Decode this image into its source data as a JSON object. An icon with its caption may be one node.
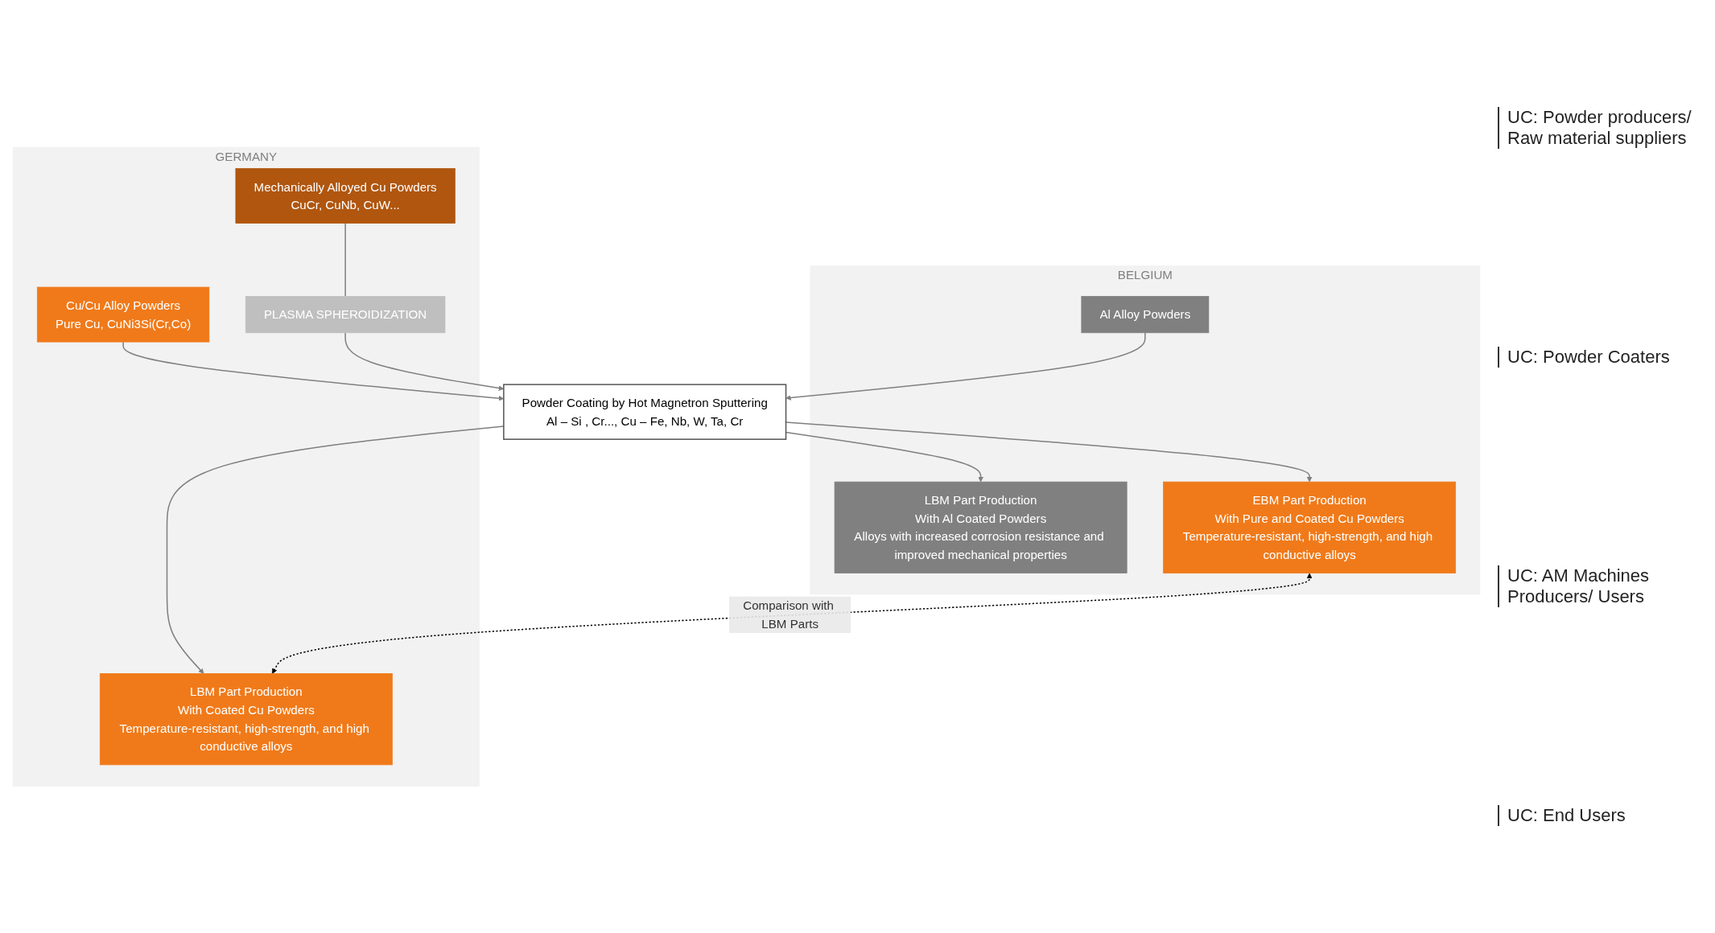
{
  "diagram": {
    "nodes": [
      {
        "text": [
          "BELGIUM"
        ]
      },
      {
        "text": [
          "GERMANY"
        ]
      },
      {
        "text": [
          "Al Alloy Powders"
        ],
        "in": 0
      },
      {
        "text": [
          "Cu/Cu Alloy Powders",
          "Pure Cu, CuNi3Si(Cr,Co)"
        ],
        "in": 1
      },
      {
        "text": [
          "Mechanically Alloyed Cu Powders",
          "CuCr, CuNb, CuW..."
        ],
        "in": 1
      },
      {
        "text": [
          "PLASMA SPHEROIDIZATION"
        ],
        "in": 1
      },
      {
        "text": [
          "Powder Coating by Hot Magnetron Sputtering",
          "Al – Si , Cr..., Cu – Fe, Nb, W, Ta, Cr"
        ]
      },
      {
        "text": [
          "LBM Part Production",
          "With Al Coated Powders",
          "Alloys with increased corrosion resistance and improved mechanical properties"
        ],
        "in": 0
      },
      {
        "text": [
          "EBM Part Production",
          "With Pure and Coated Cu Powders",
          "Temperature-resistant, high-strength, and high conductive alloys"
        ],
        "in": 0
      },
      {
        "text": [
          "LBM Part Production",
          "With Coated Cu Powders",
          "Temperature-resistant, high-strength, and high conductive alloys"
        ],
        "in": 1
      }
    ],
    "edges": [
      {
        "from": 2,
        "to": 6,
        "arrow": "to"
      },
      {
        "from": 3,
        "to": 6,
        "arrow": "to"
      },
      {
        "from": 4,
        "to": 5,
        "arrow": "none"
      },
      {
        "from": 5,
        "to": 6,
        "arrow": "to"
      },
      {
        "from": 6,
        "to": 7,
        "arrow": "to"
      },
      {
        "from": 6,
        "to": 8,
        "arrow": "to"
      },
      {
        "from": 6,
        "to": 9,
        "arrow": "to"
      },
      {
        "from": 8,
        "to": 9,
        "arrow": "both",
        "label": "Comparison with LBM Parts",
        "style": "dashed",
        "color": "#000000"
      }
    ],
    "labels": [
      "UC: Powder producers/ Raw material suppliers",
      "UC: Powder Coaters",
      "UC: AM Machines Producers/ Users",
      "UC: End Users"
    ]
  }
}
